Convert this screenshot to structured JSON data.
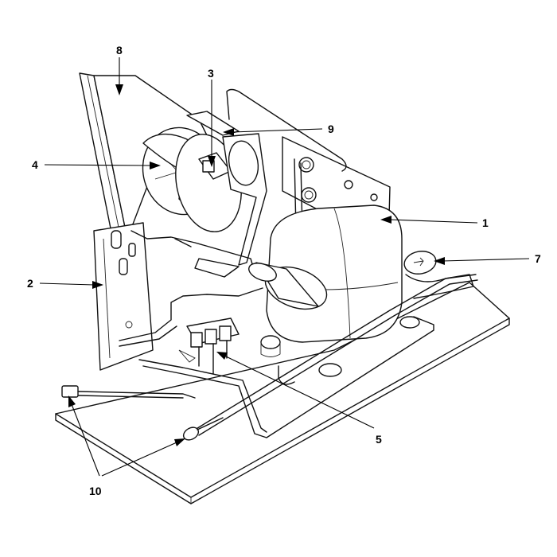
{
  "callouts": {
    "c1": "1",
    "c2": "2",
    "c3": "3",
    "c4": "4",
    "c5": "5",
    "c7": "7",
    "c8": "8",
    "c9": "9",
    "c10": "10"
  }
}
